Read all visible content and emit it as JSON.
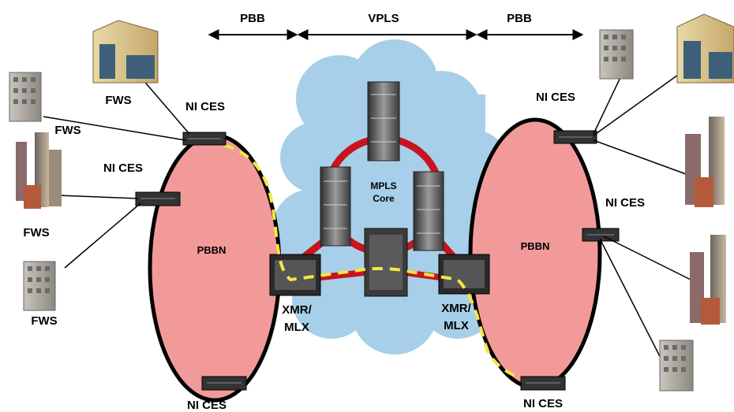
{
  "top_labels": {
    "left": "PBB",
    "middle": "VPLS",
    "right": "PBB"
  },
  "ring_left": "PBBN",
  "ring_right": "PBBN",
  "core": {
    "line1": "MPLS",
    "line2": "Core"
  },
  "xmr_left": {
    "line1": "XMR/",
    "line2": "MLX"
  },
  "xmr_right": {
    "line1": "XMR/",
    "line2": "MLX"
  },
  "nices": {
    "left_top": "NI CES",
    "left_mid": "NI CES",
    "left_bottom": "NI CES",
    "right_top": "NI CES",
    "right_mid": "NI CES",
    "right_bottom": "NI CES"
  },
  "fws": {
    "a": "FWS",
    "b": "FWS",
    "c": "FWS",
    "d": "FWS"
  },
  "colors": {
    "ring_fill": "#f29a9a",
    "cloud": "#a7cfe9",
    "core_ring": "#c8141e",
    "dashed_path": "#f5e642"
  }
}
